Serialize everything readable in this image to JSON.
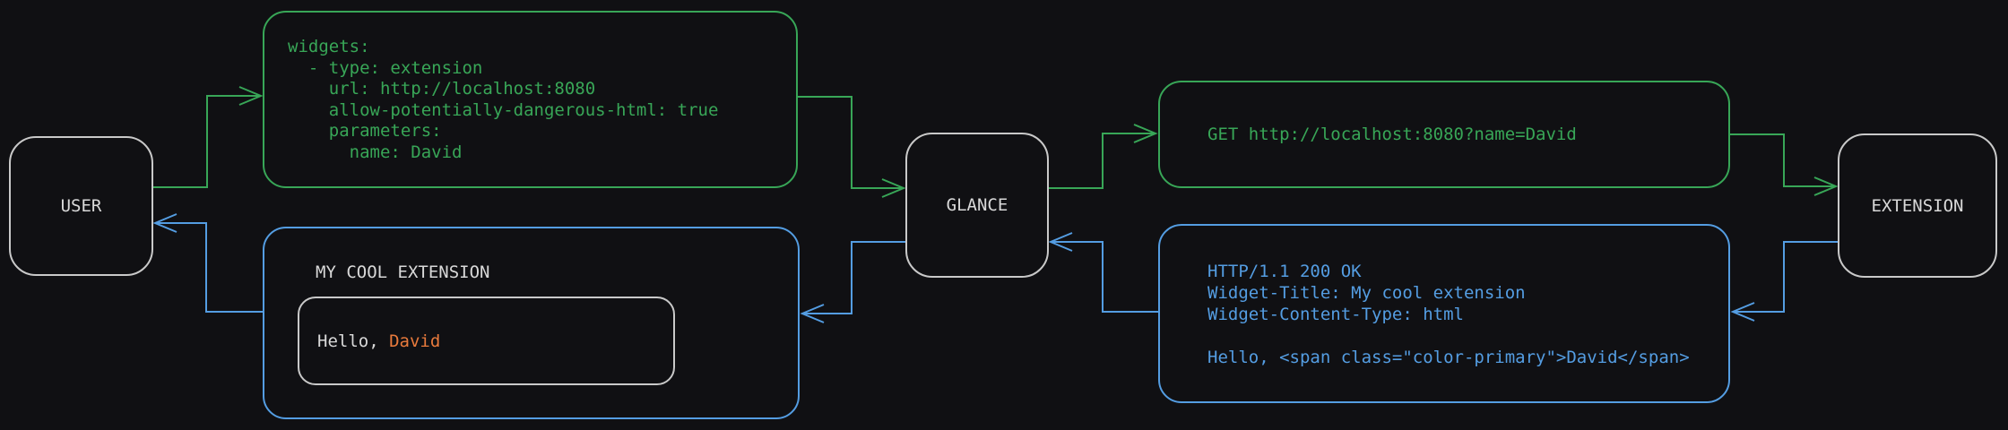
{
  "colors": {
    "background": "#101013",
    "green": "#38a657",
    "blue": "#549de2",
    "orange": "#e87a3c",
    "node_border": "#c9c9c9",
    "frame_border": "#c9c9c9",
    "node_text": "#d9d9d9"
  },
  "nodes": {
    "user": {
      "label": "USER"
    },
    "glance": {
      "label": "GLANCE"
    },
    "extension": {
      "label": "EXTENSION"
    }
  },
  "config_request_box": {
    "lines": [
      "widgets:",
      "  - type: extension",
      "    url: http://localhost:8080",
      "    allow-potentially-dangerous-html: true",
      "    parameters:",
      "      name: David"
    ]
  },
  "get_request_box": {
    "text": "GET http://localhost:8080?name=David"
  },
  "http_response_box": {
    "lines": [
      "HTTP/1.1 200 OK",
      "Widget-Title: My cool extension",
      "Widget-Content-Type: html",
      "",
      "Hello, <span class=\"color-primary\">David</span>"
    ]
  },
  "rendered_widget_box": {
    "title": "MY COOL EXTENSION",
    "greeting_prefix": "Hello, ",
    "greeting_name": "David"
  }
}
